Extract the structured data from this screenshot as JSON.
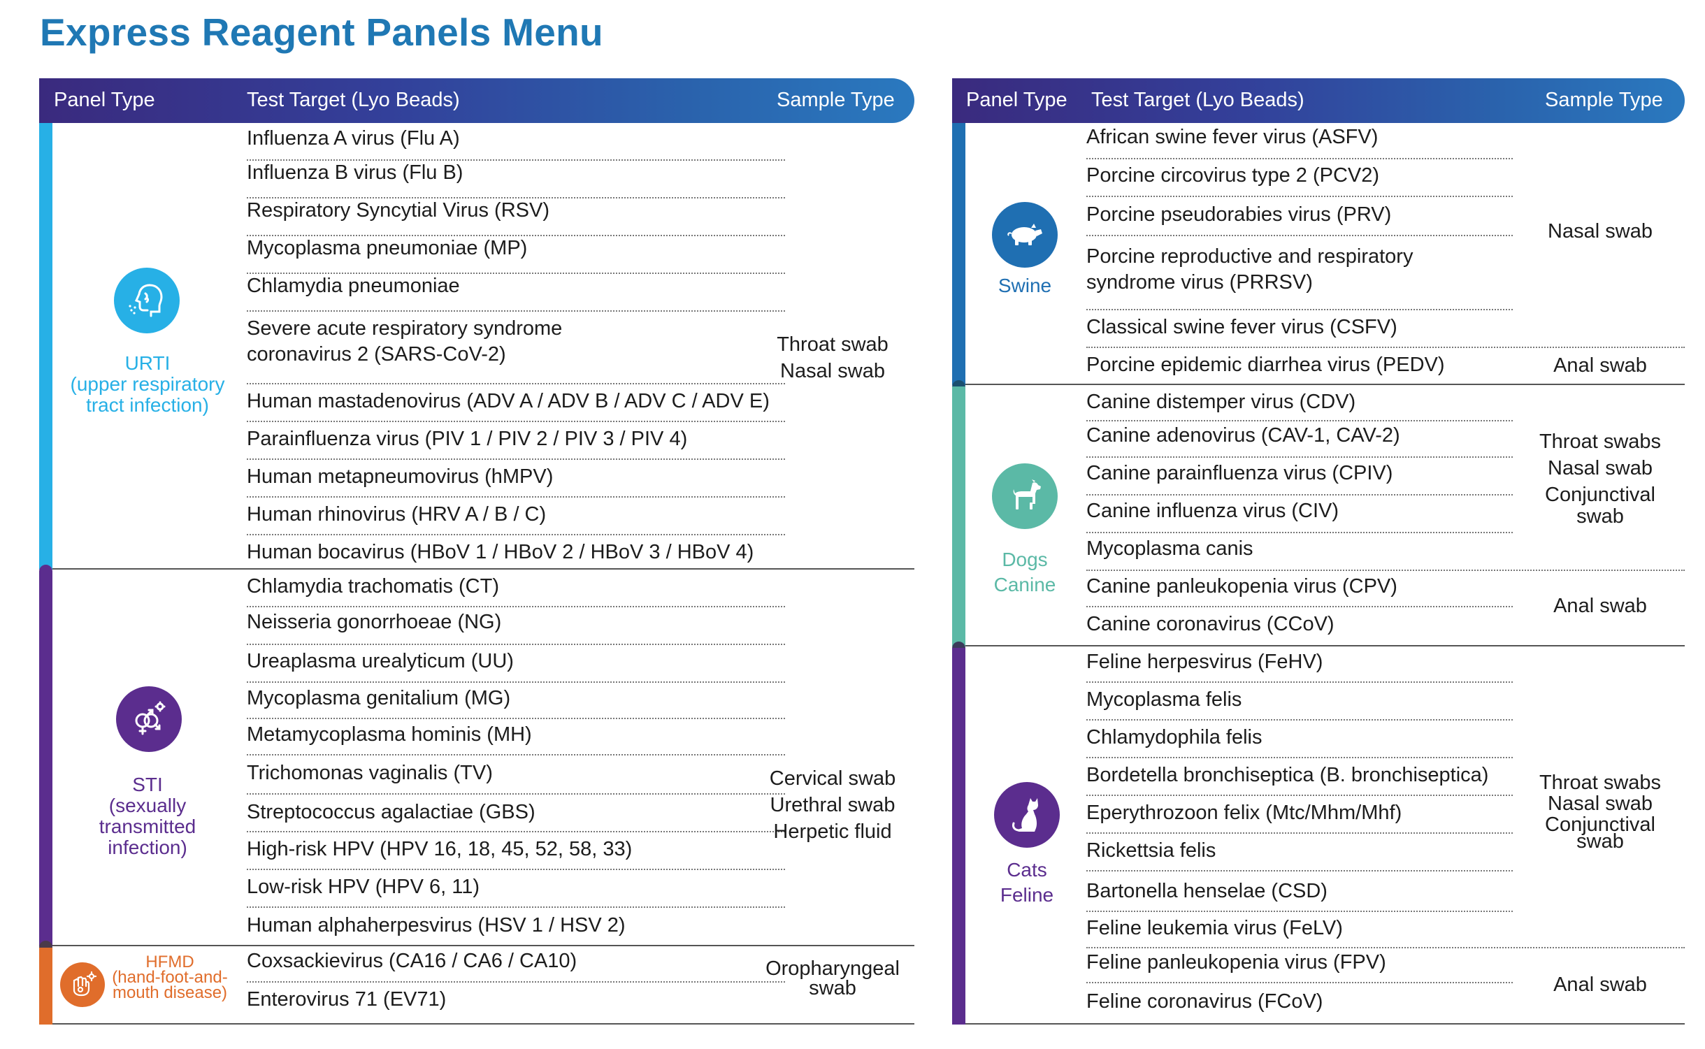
{
  "page": {
    "title": "Express Reagent Panels Menu"
  },
  "headers": {
    "panel_type": "Panel Type",
    "test_target": "Test Target (Lyo Beads)",
    "sample_type": "Sample Type"
  },
  "colors": {
    "title": "#1f78b4",
    "urti": "#27b0e6",
    "sti": "#5b2d8e",
    "hfmd": "#e06d2b",
    "swine": "#1f6fb2",
    "dogs": "#5bb9a6",
    "cats": "#5b2d8e"
  },
  "left": {
    "urti": {
      "icon": "respiratory-head-icon",
      "label": "URTI",
      "sublabel": [
        "(upper respiratory",
        "tract infection)"
      ],
      "targets": [
        "Influenza A virus (Flu A)",
        "Influenza B virus (Flu B)",
        "Respiratory Syncytial Virus (RSV)",
        "Mycoplasma pneumoniae (MP)",
        "Chlamydia pneumoniae",
        "Severe acute respiratory syndrome",
        "coronavirus 2 (SARS-CoV-2)",
        "Human mastadenovirus (ADV A / ADV B / ADV C / ADV E)",
        "Parainfluenza virus (PIV 1 / PIV 2 / PIV 3 / PIV 4)",
        "Human metapneumovirus (hMPV)",
        "Human rhinovirus (HRV A / B / C)",
        "Human bocavirus (HBoV 1 / HBoV 2 / HBoV 3 / HBoV 4)"
      ],
      "sample": [
        "Throat swab",
        "Nasal swab"
      ]
    },
    "sti": {
      "icon": "gender-symbols-icon",
      "label": "STI",
      "sublabel": [
        "(sexually",
        "transmitted",
        "infection)"
      ],
      "targets": [
        "Chlamydia trachomatis (CT)",
        "Neisseria gonorrhoeae (NG)",
        "Ureaplasma urealyticum (UU)",
        "Mycoplasma genitalium (MG)",
        "Metamycoplasma hominis (MH)",
        "Trichomonas vaginalis (TV)",
        "Streptococcus agalactiae (GBS)",
        "High-risk HPV (HPV 16, 18, 45, 52, 58, 33)",
        "Low-risk HPV (HPV 6, 11)",
        "Human alphaherpesvirus (HSV 1 / HSV 2)"
      ],
      "sample": [
        "Cervical swab",
        "Urethral swab",
        "Herpetic fluid"
      ]
    },
    "hfmd": {
      "icon": "virus-hand-icon",
      "label": "HFMD",
      "sublabel": [
        "(hand-foot-and-",
        "mouth disease)"
      ],
      "targets": [
        "Coxsackievirus (CA16 / CA6 / CA10)",
        "Enterovirus 71 (EV71)"
      ],
      "sample": [
        "Oropharyngeal",
        "swab"
      ]
    }
  },
  "right": {
    "swine": {
      "icon": "pig-icon",
      "label": "Swine",
      "targets": [
        "African swine fever virus (ASFV)",
        "Porcine circovirus type 2 (PCV2)",
        "Porcine pseudorabies virus (PRV)",
        "Porcine reproductive and respiratory",
        "syndrome virus (PRRSV)",
        "Classical swine fever virus (CSFV)",
        "Porcine epidemic diarrhea virus (PEDV)"
      ],
      "sample_main": [
        "Nasal swab"
      ],
      "sample_anal": "Anal swab"
    },
    "dogs": {
      "icon": "dog-icon",
      "label": [
        "Dogs",
        "Canine"
      ],
      "targets": [
        "Canine distemper virus (CDV)",
        "Canine adenovirus (CAV-1, CAV-2)",
        "Canine parainfluenza virus (CPIV)",
        "Canine influenza virus (CIV)",
        "Mycoplasma canis",
        "Canine panleukopenia virus (CPV)",
        "Canine coronavirus (CCoV)"
      ],
      "sample_main": [
        "Throat swabs",
        "Nasal swab",
        "Conjunctival",
        "swab"
      ],
      "sample_anal": "Anal swab"
    },
    "cats": {
      "icon": "cat-icon",
      "label": [
        "Cats",
        "Feline"
      ],
      "targets": [
        "Feline herpesvirus (FeHV)",
        "Mycoplasma felis",
        "Chlamydophila felis",
        "Bordetella bronchiseptica (B. bronchiseptica)",
        "Eperythrozoon felix (Mtc/Mhm/Mhf)",
        "Rickettsia felis",
        "Bartonella henselae (CSD)",
        "Feline leukemia virus (FeLV)",
        "Feline panleukopenia virus (FPV)",
        "Feline coronavirus (FCoV)"
      ],
      "sample_main": [
        "Throat swabs",
        "Nasal swab",
        "Conjunctival",
        "swab"
      ],
      "sample_anal": "Anal swab"
    }
  }
}
